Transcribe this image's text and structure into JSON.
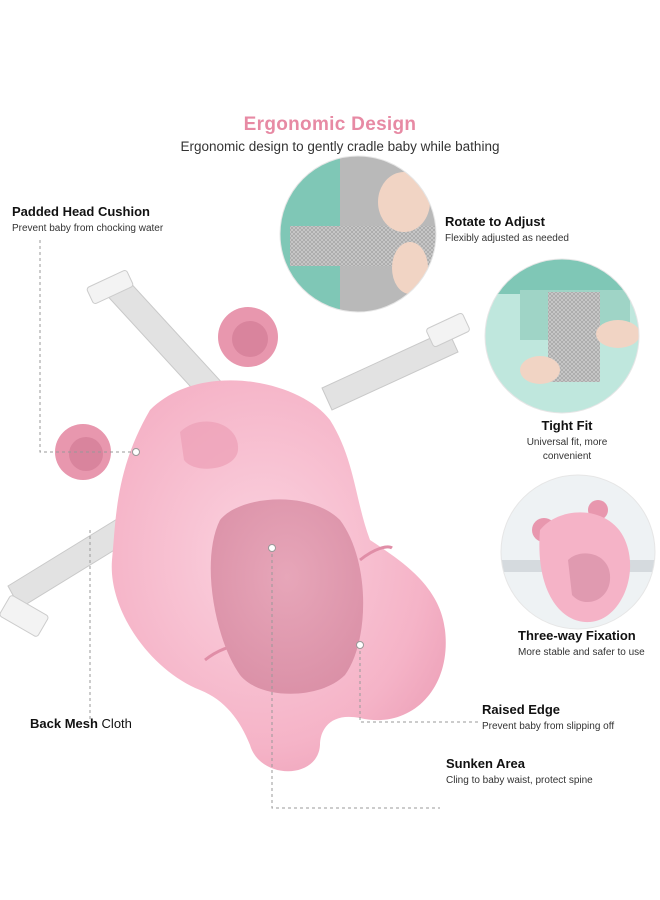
{
  "header": {
    "title": "Ergonomic Design",
    "subtitle": "Ergonomic design to gently cradle baby while bathing"
  },
  "features": {
    "padded_head": {
      "title": "Padded Head Cushion",
      "desc": "Prevent baby from chocking water"
    },
    "rotate": {
      "title": "Rotate to Adjust",
      "desc": "Flexibly adjusted as needed"
    },
    "tight_fit": {
      "title": "Tight Fit",
      "desc": "Universal fit, more convenient"
    },
    "three_way": {
      "title": "Three-way Fixation",
      "desc": "More stable and safer to use"
    },
    "raised_edge": {
      "title": "Raised Edge",
      "desc": "Prevent baby from slipping off"
    },
    "sunken_area": {
      "title": "Sunken Area",
      "desc": "Cling to baby waist, protect spine"
    },
    "back_mesh": {
      "title": "Back Mesh",
      "suffix": "Cloth"
    }
  },
  "colors": {
    "title_pink": "#e78aa4",
    "cushion_pink": "#f6b5c9",
    "mesh_pink": "#e59bb0",
    "strap_gray": "#dcdcdc",
    "teal": "#7fc7b6"
  }
}
